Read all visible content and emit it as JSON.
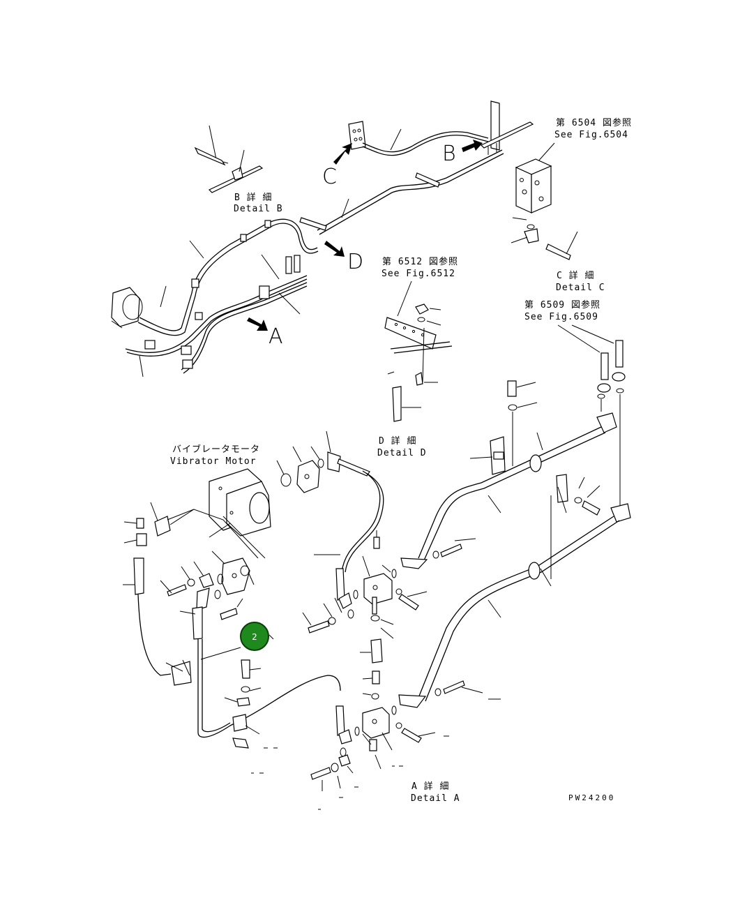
{
  "labels": {
    "detail_b_jp": "B 詳 細",
    "detail_b_en": "Detail B",
    "letter_c": "C",
    "letter_b": "B",
    "letter_d": "D",
    "letter_a": "A",
    "ref_6504_jp": "第 6504 図参照",
    "ref_6504_en": "See Fig.6504",
    "ref_6512_jp": "第 6512 図参照",
    "ref_6512_en": "See Fig.6512",
    "detail_c_jp": "C 詳 細",
    "detail_c_en": "Detail C",
    "ref_6509_jp": "第 6509 図参照",
    "ref_6509_en": "See Fig.6509",
    "vibrator_jp": "バイブレータモータ",
    "vibrator_en": "Vibrator Motor",
    "detail_d_jp": "D 詳 細",
    "detail_d_en": "Detail D",
    "detail_a_jp": "A 詳 細",
    "detail_a_en": "Detail A",
    "drawing_no": "PW24200"
  },
  "callout": {
    "number": "2",
    "color": "#1e8a1e",
    "border": "#0b3d0b"
  }
}
